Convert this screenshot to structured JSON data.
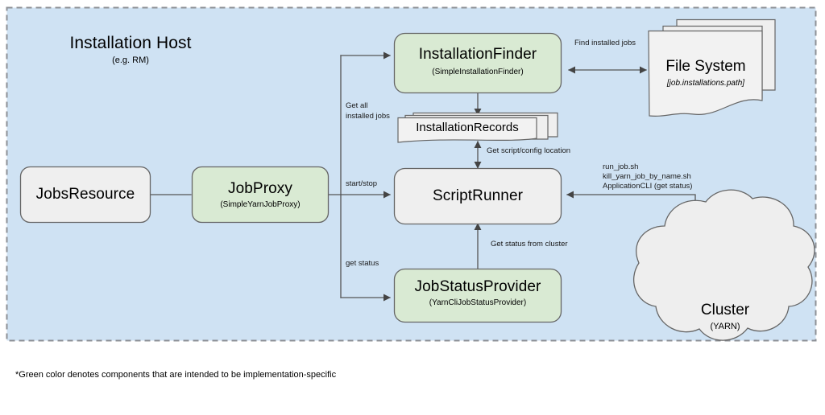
{
  "diagram": {
    "region": {
      "title": "Installation Host",
      "subtitle": "(e.g. RM)",
      "fill": "#cfe2f3",
      "border": "#808080"
    },
    "footnote": "*Green color denotes components that are intended to be implementation-specific",
    "colors": {
      "green_component": "#d9ead3",
      "grey_component": "#efefef",
      "stroke": "#666666",
      "text": "#000000"
    },
    "nodes": [
      {
        "id": "jobs-resource",
        "title": "JobsResource",
        "subtitle": "",
        "shape": "rounded-rect",
        "fill": "#efefef"
      },
      {
        "id": "job-proxy",
        "title": "JobProxy",
        "subtitle": "(SimpleYarnJobProxy)",
        "shape": "rounded-rect",
        "fill": "#d9ead3"
      },
      {
        "id": "installation-finder",
        "title": "InstallationFinder",
        "subtitle": "(SimpleInstallationFinder)",
        "shape": "rounded-rect",
        "fill": "#d9ead3"
      },
      {
        "id": "installation-records",
        "title": "InstallationRecords",
        "subtitle": "",
        "shape": "document-stack",
        "fill": "#efefef"
      },
      {
        "id": "script-runner",
        "title": "ScriptRunner",
        "subtitle": "",
        "shape": "rounded-rect",
        "fill": "#efefef"
      },
      {
        "id": "job-status-provider",
        "title": "JobStatusProvider",
        "subtitle": "(YarnCliJobStatusProvider)",
        "shape": "rounded-rect",
        "fill": "#d9ead3"
      },
      {
        "id": "file-system",
        "title": "File System",
        "subtitle": "[job.installations.path]",
        "shape": "document-stack",
        "fill": "#efefef"
      },
      {
        "id": "cluster",
        "title": "Cluster",
        "subtitle": "(YARN)",
        "shape": "cloud",
        "fill": "#eeeeee"
      }
    ],
    "edges": [
      {
        "id": "edge-get-all-installed-jobs",
        "label": "Get all\ninstalled jobs",
        "from": "job-proxy",
        "to": "installation-finder"
      },
      {
        "id": "edge-start-stop",
        "label": "start/stop",
        "from": "job-proxy",
        "to": "script-runner"
      },
      {
        "id": "edge-get-status",
        "label": "get status",
        "from": "job-proxy",
        "to": "job-status-provider"
      },
      {
        "id": "edge-find-installed-jobs",
        "label": "Find installed jobs",
        "from": "installation-finder",
        "to": "file-system"
      },
      {
        "id": "edge-finder-to-records",
        "label": "",
        "from": "installation-finder",
        "to": "installation-records"
      },
      {
        "id": "edge-get-script-config",
        "label": "Get script/config location",
        "from": "installation-records",
        "to": "script-runner"
      },
      {
        "id": "edge-get-status-from-cluster",
        "label": "Get status from cluster",
        "from": "job-status-provider",
        "to": "script-runner"
      },
      {
        "id": "edge-scripts-to-cluster",
        "label": "run_job.sh\nkill_yarn_job_by_name.sh\nApplicationCLI (get status)",
        "from": "cluster",
        "to": "script-runner"
      },
      {
        "id": "edge-jobsresource-to-jobproxy",
        "label": "",
        "from": "jobs-resource",
        "to": "job-proxy"
      }
    ],
    "edge_labels": {
      "get_all_installed_jobs_line1": "Get all",
      "get_all_installed_jobs_line2": "installed jobs",
      "start_stop": "start/stop",
      "get_status": "get status",
      "find_installed_jobs": "Find installed jobs",
      "get_script_config_location": "Get script/config location",
      "get_status_from_cluster": "Get status from cluster",
      "scripts_line1": "run_job.sh",
      "scripts_line2": "kill_yarn_job_by_name.sh",
      "scripts_line3": "ApplicationCLI (get status)"
    },
    "node_text": {
      "jobs_resource_title": "JobsResource",
      "job_proxy_title": "JobProxy",
      "job_proxy_subtitle": "(SimpleYarnJobProxy)",
      "installation_finder_title": "InstallationFinder",
      "installation_finder_subtitle": "(SimpleInstallationFinder)",
      "installation_records_title": "InstallationRecords",
      "script_runner_title": "ScriptRunner",
      "job_status_provider_title": "JobStatusProvider",
      "job_status_provider_subtitle": "(YarnCliJobStatusProvider)",
      "file_system_title": "File System",
      "file_system_subtitle": "[job.installations.path]",
      "cluster_title": "Cluster",
      "cluster_subtitle": "(YARN)"
    }
  }
}
